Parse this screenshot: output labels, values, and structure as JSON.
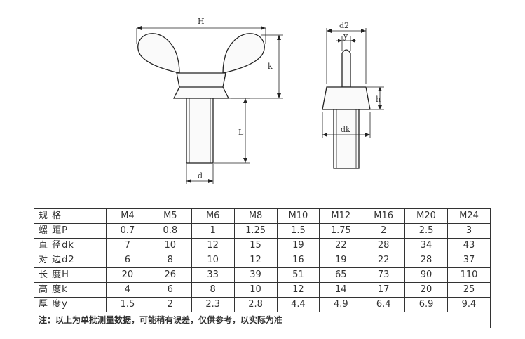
{
  "dims": {
    "H": "H",
    "k": "k",
    "L": "L",
    "d": "d",
    "d2": "d2",
    "y": "y",
    "h": "h",
    "dk": "dk"
  },
  "table": {
    "rows": [
      {
        "label": "规 格",
        "values": [
          "M4",
          "M5",
          "M6",
          "M8",
          "M10",
          "M12",
          "M16",
          "M20",
          "M24"
        ]
      },
      {
        "label": "螺 距P",
        "values": [
          "0.7",
          "0.8",
          "1",
          "1.25",
          "1.5",
          "1.75",
          "2",
          "2.5",
          "3"
        ]
      },
      {
        "label": "直 径dk",
        "values": [
          "7",
          "10",
          "12",
          "15",
          "19",
          "22",
          "28",
          "34",
          "43"
        ]
      },
      {
        "label": "对 边d2",
        "values": [
          "6",
          "8",
          "10",
          "12",
          "16",
          "19",
          "22",
          "28",
          "37"
        ]
      },
      {
        "label": "长 度H",
        "values": [
          "20",
          "26",
          "33",
          "39",
          "51",
          "65",
          "73",
          "90",
          "110"
        ]
      },
      {
        "label": "高 度k",
        "values": [
          "4",
          "6",
          "8",
          "10",
          "12",
          "14",
          "17",
          "20",
          "25"
        ]
      },
      {
        "label": "厚 度y",
        "values": [
          "1.5",
          "2",
          "2.3",
          "2.8",
          "4.4",
          "4.9",
          "6.4",
          "6.9",
          "9.4"
        ]
      }
    ],
    "note": "注：以上为单批测量数据，可能稍有误差，仅供参考，以实际为准"
  }
}
